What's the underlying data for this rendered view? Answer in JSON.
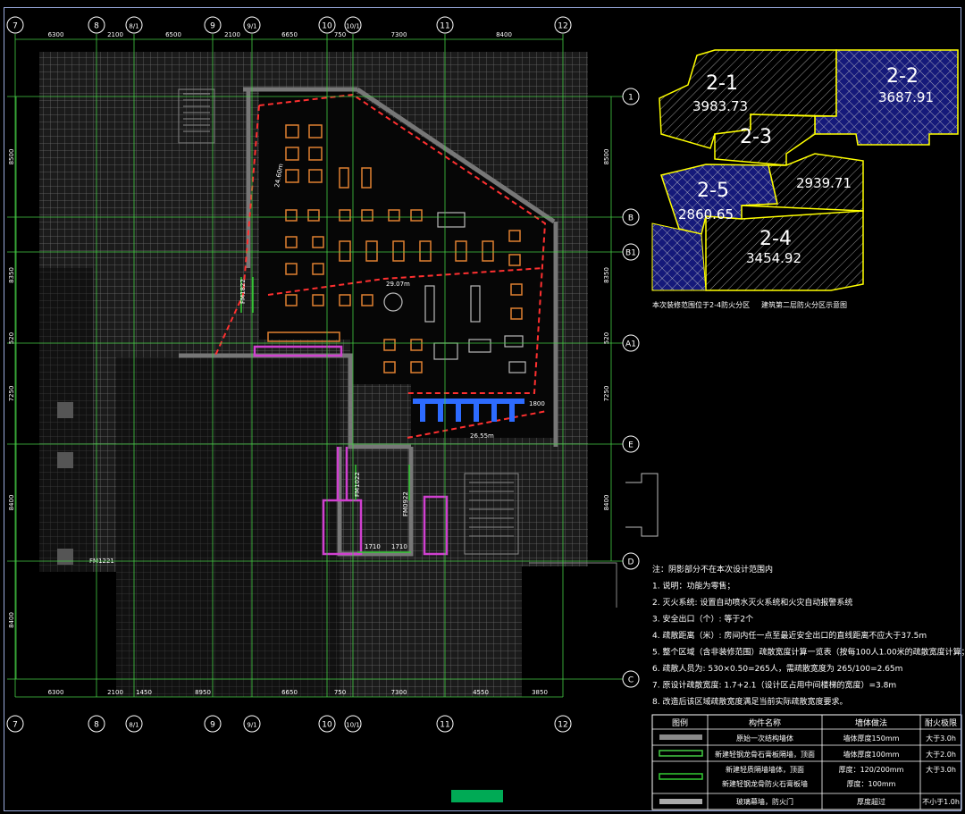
{
  "grid_top": [
    {
      "label": "7"
    },
    {
      "label": "8"
    },
    {
      "label": "8/1",
      "sub": true
    },
    {
      "label": "9"
    },
    {
      "label": "9/1",
      "sub": true
    },
    {
      "label": "10"
    },
    {
      "label": "10/1",
      "sub": true
    },
    {
      "label": "11"
    },
    {
      "label": "12"
    }
  ],
  "dims_top": [
    "6300",
    "2100",
    "6500",
    "2100",
    "6650",
    "750",
    "7300",
    "8400"
  ],
  "grid_bottom": [
    {
      "label": "7"
    },
    {
      "label": "8"
    },
    {
      "label": "8/1",
      "sub": true
    },
    {
      "label": "9"
    },
    {
      "label": "9/1",
      "sub": true
    },
    {
      "label": "10"
    },
    {
      "label": "10/1",
      "sub": true
    },
    {
      "label": "11"
    },
    {
      "label": "12"
    }
  ],
  "dims_bottom": [
    "6300",
    "2100",
    "1450",
    "8950",
    "6650",
    "750",
    "7300",
    "4550",
    "3850"
  ],
  "dims_left": [
    "8500",
    "8350",
    "520",
    "7250",
    "8400",
    "8400"
  ],
  "dims_right": [
    "8500",
    "8350",
    "520",
    "7250",
    "8400"
  ],
  "grid_right": [
    "1",
    "B",
    "B1",
    "A1",
    "E",
    "D",
    "C"
  ],
  "plan_labels": {
    "dist1": "24.60m",
    "dist2": "29.07m",
    "dist3": "26.55m",
    "dim1710a": "1710",
    "dim1710b": "1710",
    "dim1800": "1800",
    "fm1": "FM1822",
    "fm2": "FM1022",
    "fm3": "FM0922",
    "fm4": "FM1221"
  },
  "zones": [
    {
      "name": "2-1",
      "area": "3983.73"
    },
    {
      "name": "2-2",
      "area": "3687.91"
    },
    {
      "name": "2-3",
      "area": ""
    },
    {
      "name": "2-5",
      "area": "2860.65"
    },
    {
      "name": "",
      "area": "2939.71"
    },
    {
      "name": "2-4",
      "area": "3454.92"
    }
  ],
  "zone_captions": [
    "本次装修范围位于2-4防火分区",
    "建筑第二层防火分区示意图"
  ],
  "notes": [
    "注：阴影部分不在本次设计范围内",
    "1. 说明：功能为零售；",
    "2. 灭火系统: 设置自动喷水灭火系统和火灾自动报警系统",
    "3. 安全出口（个）: 等于2个",
    "4. 疏散距离（米）: 房间内任一点至最近安全出口的直线距离不应大于37.5m",
    "5. 整个区域（含非装修范围）疏散宽度计算一览表（按每100人1.00米的疏散宽度计算；）",
    "6. 疏散人员为: 530×0.50=265人，需疏散宽度为 265/100=2.65m",
    "7. 原设计疏散宽度: 1.7+2.1（设计区占用中间楼梯的宽度）=3.8m",
    "8. 改造后该区域疏散宽度满足当前实际疏散宽度要求。"
  ],
  "legend": {
    "headers": [
      "图例",
      "构件名称",
      "墙体做法",
      "耐火极限"
    ],
    "rows": [
      {
        "name": "原始一次结构墙体",
        "method": "墙体厚度150mm",
        "limit": "大于3.0h"
      },
      {
        "name": "新建轻钢龙骨石膏板隔墙，顶面",
        "method": "墙体厚度100mm",
        "limit": "大于2.0h"
      },
      {
        "name": "新建轻质隔墙墙体，顶面",
        "method": "厚度：120/200mm",
        "limit": "大于3.0h"
      },
      {
        "name": "新建轻钢龙骨防火石膏板墙",
        "method": "厚度：100mm",
        "limit": ""
      },
      {
        "name": "玻璃幕墙，防火门",
        "method": "厚度超过",
        "limit": "不小于1.0h"
      }
    ]
  },
  "colors": {
    "grid": "#ffffff",
    "axis": "#4c4",
    "wall": "#7a7a7a",
    "red": "#ff3030",
    "magenta": "#d040d0",
    "blue": "#2d6bff",
    "zone_fill": "#15197a",
    "zone_hatch": "#c8c8c8"
  }
}
